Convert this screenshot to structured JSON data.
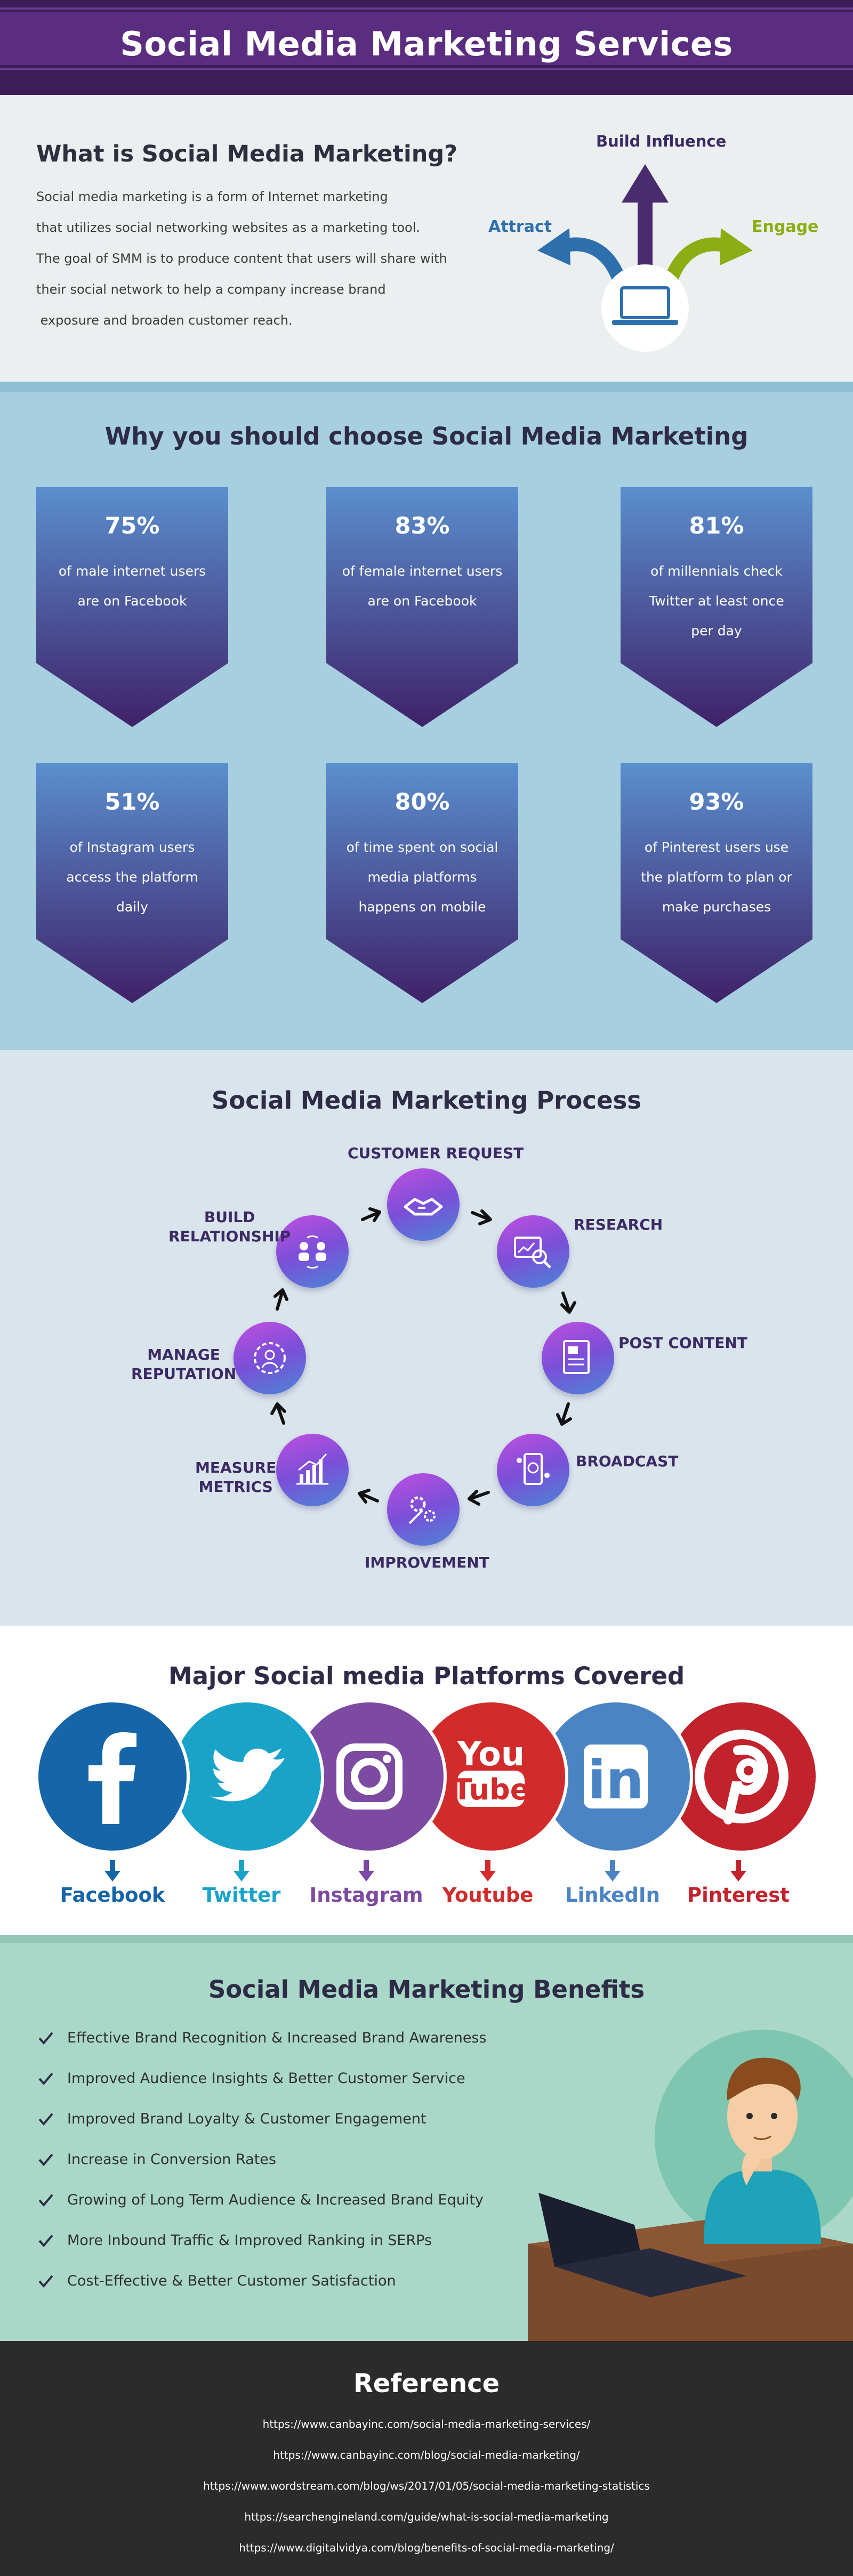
{
  "header": {
    "title": "Social Media Marketing Services"
  },
  "what": {
    "heading": "What is Social Media Marketing?",
    "lines": [
      "Social media marketing is a form of Internet marketing",
      "that utilizes social networking websites as a marketing tool.",
      "The goal of SMM is to produce content that users will share with",
      "their social network to help a company increase brand",
      " exposure and broaden customer reach."
    ],
    "graphic": {
      "top_label": "Build Influence",
      "left_label": "Attract",
      "right_label": "Engage",
      "colors": {
        "attract": "#2e6fae",
        "influence": "#4a2b6e",
        "engage": "#8cad14"
      },
      "icon": "laptop-icon"
    }
  },
  "why": {
    "heading": "Why you should choose Social Media Marketing",
    "stats": [
      {
        "value": "75%",
        "lines": [
          "of male internet users",
          "are on Facebook"
        ]
      },
      {
        "value": "83%",
        "lines": [
          "of female internet users",
          "are on Facebook"
        ]
      },
      {
        "value": "81%",
        "lines": [
          "of millennials check",
          "Twitter at least once",
          "per day"
        ]
      },
      {
        "value": "51%",
        "lines": [
          "of Instagram users",
          "access the platform",
          "daily"
        ]
      },
      {
        "value": "80%",
        "lines": [
          "of time spent on social",
          "media platforms",
          "happens on mobile"
        ]
      },
      {
        "value": "93%",
        "lines": [
          "of Pinterest users use",
          "the platform to plan or",
          "make purchases"
        ]
      }
    ]
  },
  "process": {
    "heading": "Social Media Marketing Process",
    "steps": [
      {
        "label": "CUSTOMER REQUEST",
        "icon": "handshake-icon"
      },
      {
        "label": "RESEARCH",
        "icon": "research-icon"
      },
      {
        "label": "POST CONTENT",
        "icon": "post-content-icon"
      },
      {
        "label": "BROADCAST",
        "icon": "broadcast-icon"
      },
      {
        "label": "IMPROVEMENT",
        "icon": "gears-icon"
      },
      {
        "label_lines": [
          "MEASURE",
          "METRICS"
        ],
        "icon": "chart-icon"
      },
      {
        "label_lines": [
          "MANAGE",
          "REPUTATION"
        ],
        "icon": "reputation-icon"
      },
      {
        "label_lines": [
          "BUILD",
          "RELATIONSHIP"
        ],
        "icon": "relationship-icon"
      }
    ]
  },
  "platforms": {
    "heading": "Major Social media Platforms Covered",
    "items": [
      {
        "name": "Facebook",
        "color": "#1565a8",
        "icon": "facebook-icon"
      },
      {
        "name": "Twitter",
        "color": "#1aa3c9",
        "icon": "twitter-icon"
      },
      {
        "name": "Instagram",
        "color": "#7d4aa1",
        "icon": "instagram-icon"
      },
      {
        "name": "Youtube",
        "color": "#d22b2b",
        "icon": "youtube-icon",
        "logo_text": [
          "You",
          "Tube"
        ]
      },
      {
        "name": "LinkedIn",
        "color": "#4a84c4",
        "icon": "linkedin-icon",
        "logo_text": [
          "in"
        ]
      },
      {
        "name": "Pinterest",
        "color": "#c1222b",
        "icon": "pinterest-icon"
      }
    ]
  },
  "benefits": {
    "heading": "Social Media Marketing Benefits",
    "items": [
      "Effective Brand Recognition & Increased Brand Awareness",
      "Improved Audience Insights & Better Customer Service",
      "Improved Brand Loyalty & Customer Engagement",
      "Increase in Conversion Rates",
      "Growing of Long Term Audience & Increased Brand Equity",
      "More Inbound Traffic & Improved Ranking in SERPs",
      "Cost-Effective & Better Customer Satisfaction"
    ],
    "illustration": "man-with-laptop-icon"
  },
  "reference": {
    "heading": "Reference",
    "links": [
      "https://www.canbayinc.com/social-media-marketing-services/",
      "https://www.canbayinc.com/blog/social-media-marketing/",
      "https://www.wordstream.com/blog/ws/2017/01/05/social-media-marketing-statistics",
      "https://searchengineland.com/guide/what-is-social-media-marketing",
      "https://www.digitalvidya.com/blog/benefits-of-social-media-marketing/"
    ]
  }
}
